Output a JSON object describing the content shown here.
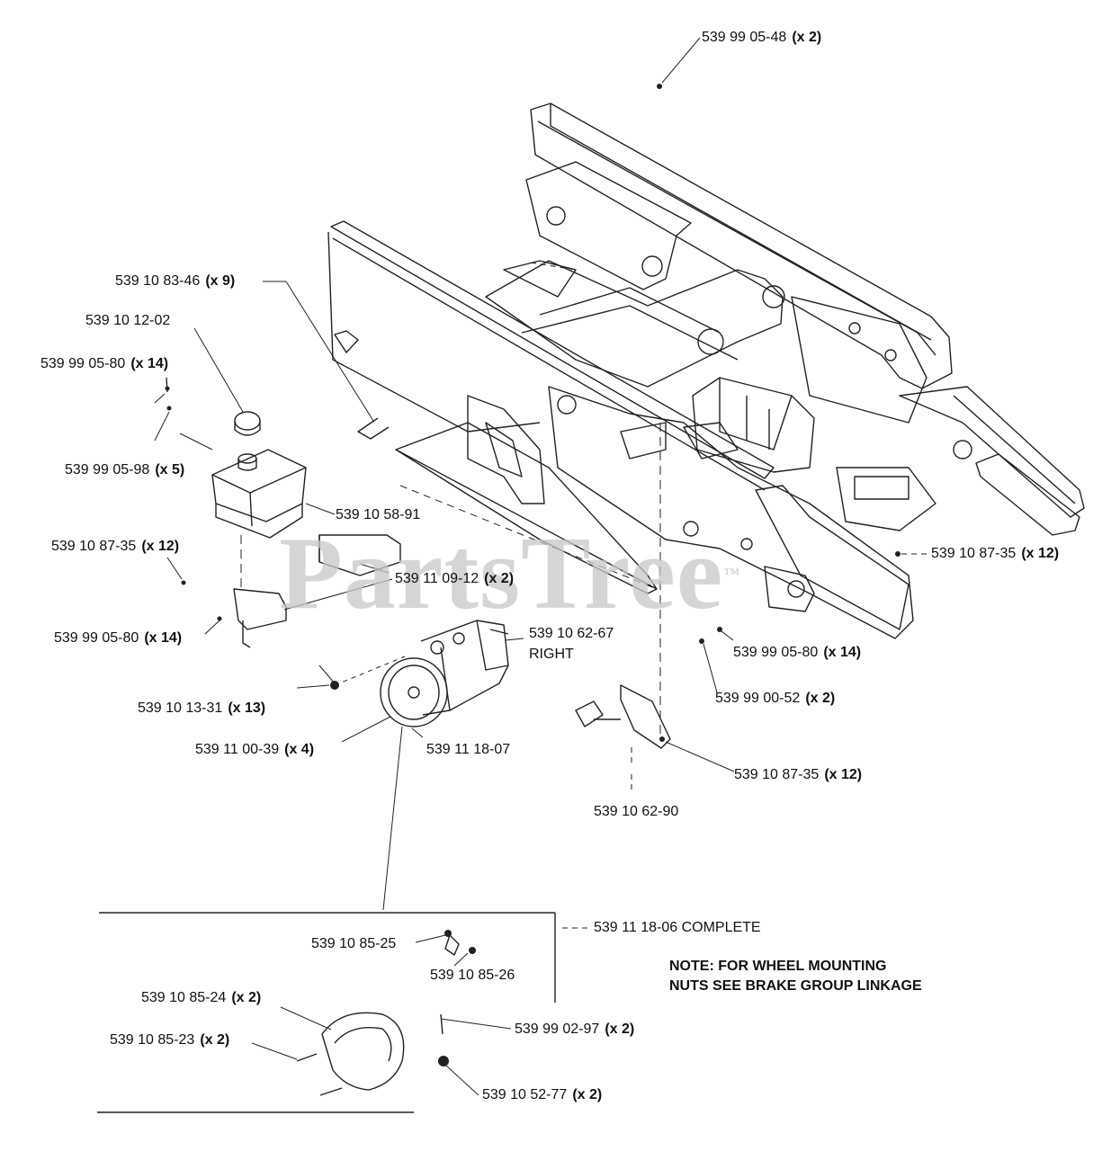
{
  "watermark": {
    "brand": "PartsTree",
    "mark": "™"
  },
  "callouts": [
    {
      "id": "c01",
      "part": "539 99 05-48",
      "qty": "(x 2)"
    },
    {
      "id": "c02",
      "part": "539 10 83-46",
      "qty": "(x 9)"
    },
    {
      "id": "c03",
      "part": "539 10 12-02",
      "qty": ""
    },
    {
      "id": "c04",
      "part": "539 99 05-80",
      "qty": "(x 14)"
    },
    {
      "id": "c05",
      "part": "539 99 05-98",
      "qty": "(x 5)"
    },
    {
      "id": "c06",
      "part": "539 10 58-91",
      "qty": ""
    },
    {
      "id": "c07",
      "part": "539 10 87-35",
      "qty": "(x 12)"
    },
    {
      "id": "c08",
      "part": "539 11 09-12",
      "qty": "(x 2)"
    },
    {
      "id": "c09",
      "part": "539 10 87-35",
      "qty": "(x 12)"
    },
    {
      "id": "c10",
      "part": "539 99 05-80",
      "qty": "(x 14)"
    },
    {
      "id": "c11",
      "part": "539 10 62-67",
      "qty": ""
    },
    {
      "id": "c12",
      "part": "RIGHT",
      "qty": ""
    },
    {
      "id": "c13",
      "part": "539 99 05-80",
      "qty": "(x 14)"
    },
    {
      "id": "c14",
      "part": "539 10 13-31",
      "qty": "(x 13)"
    },
    {
      "id": "c15",
      "part": "539 99 00-52",
      "qty": "(x 2)"
    },
    {
      "id": "c16",
      "part": "539 11 00-39",
      "qty": "(x 4)"
    },
    {
      "id": "c17",
      "part": "539 11 18-07",
      "qty": ""
    },
    {
      "id": "c18",
      "part": "539 10 87-35",
      "qty": "(x 12)"
    },
    {
      "id": "c19",
      "part": "539 10 62-90",
      "qty": ""
    },
    {
      "id": "c20",
      "part": "539 11 18-06 COMPLETE",
      "qty": ""
    },
    {
      "id": "c21",
      "part": "539 10 85-25",
      "qty": ""
    },
    {
      "id": "c22",
      "part": "539 10 85-26",
      "qty": ""
    },
    {
      "id": "c23",
      "part": "539 10 85-24",
      "qty": "(x 2)"
    },
    {
      "id": "c24",
      "part": "539 10 85-23",
      "qty": "(x 2)"
    },
    {
      "id": "c25",
      "part": "539 99 02-97",
      "qty": "(x 2)"
    },
    {
      "id": "c26",
      "part": "539 10 52-77",
      "qty": "(x 2)"
    }
  ],
  "note": {
    "line1": "NOTE: FOR WHEEL MOUNTING",
    "line2": "NUTS SEE BRAKE GROUP LINKAGE"
  },
  "colors": {
    "ink": "#111111",
    "watermark": "#c8c8c8",
    "background": "#ffffff"
  }
}
